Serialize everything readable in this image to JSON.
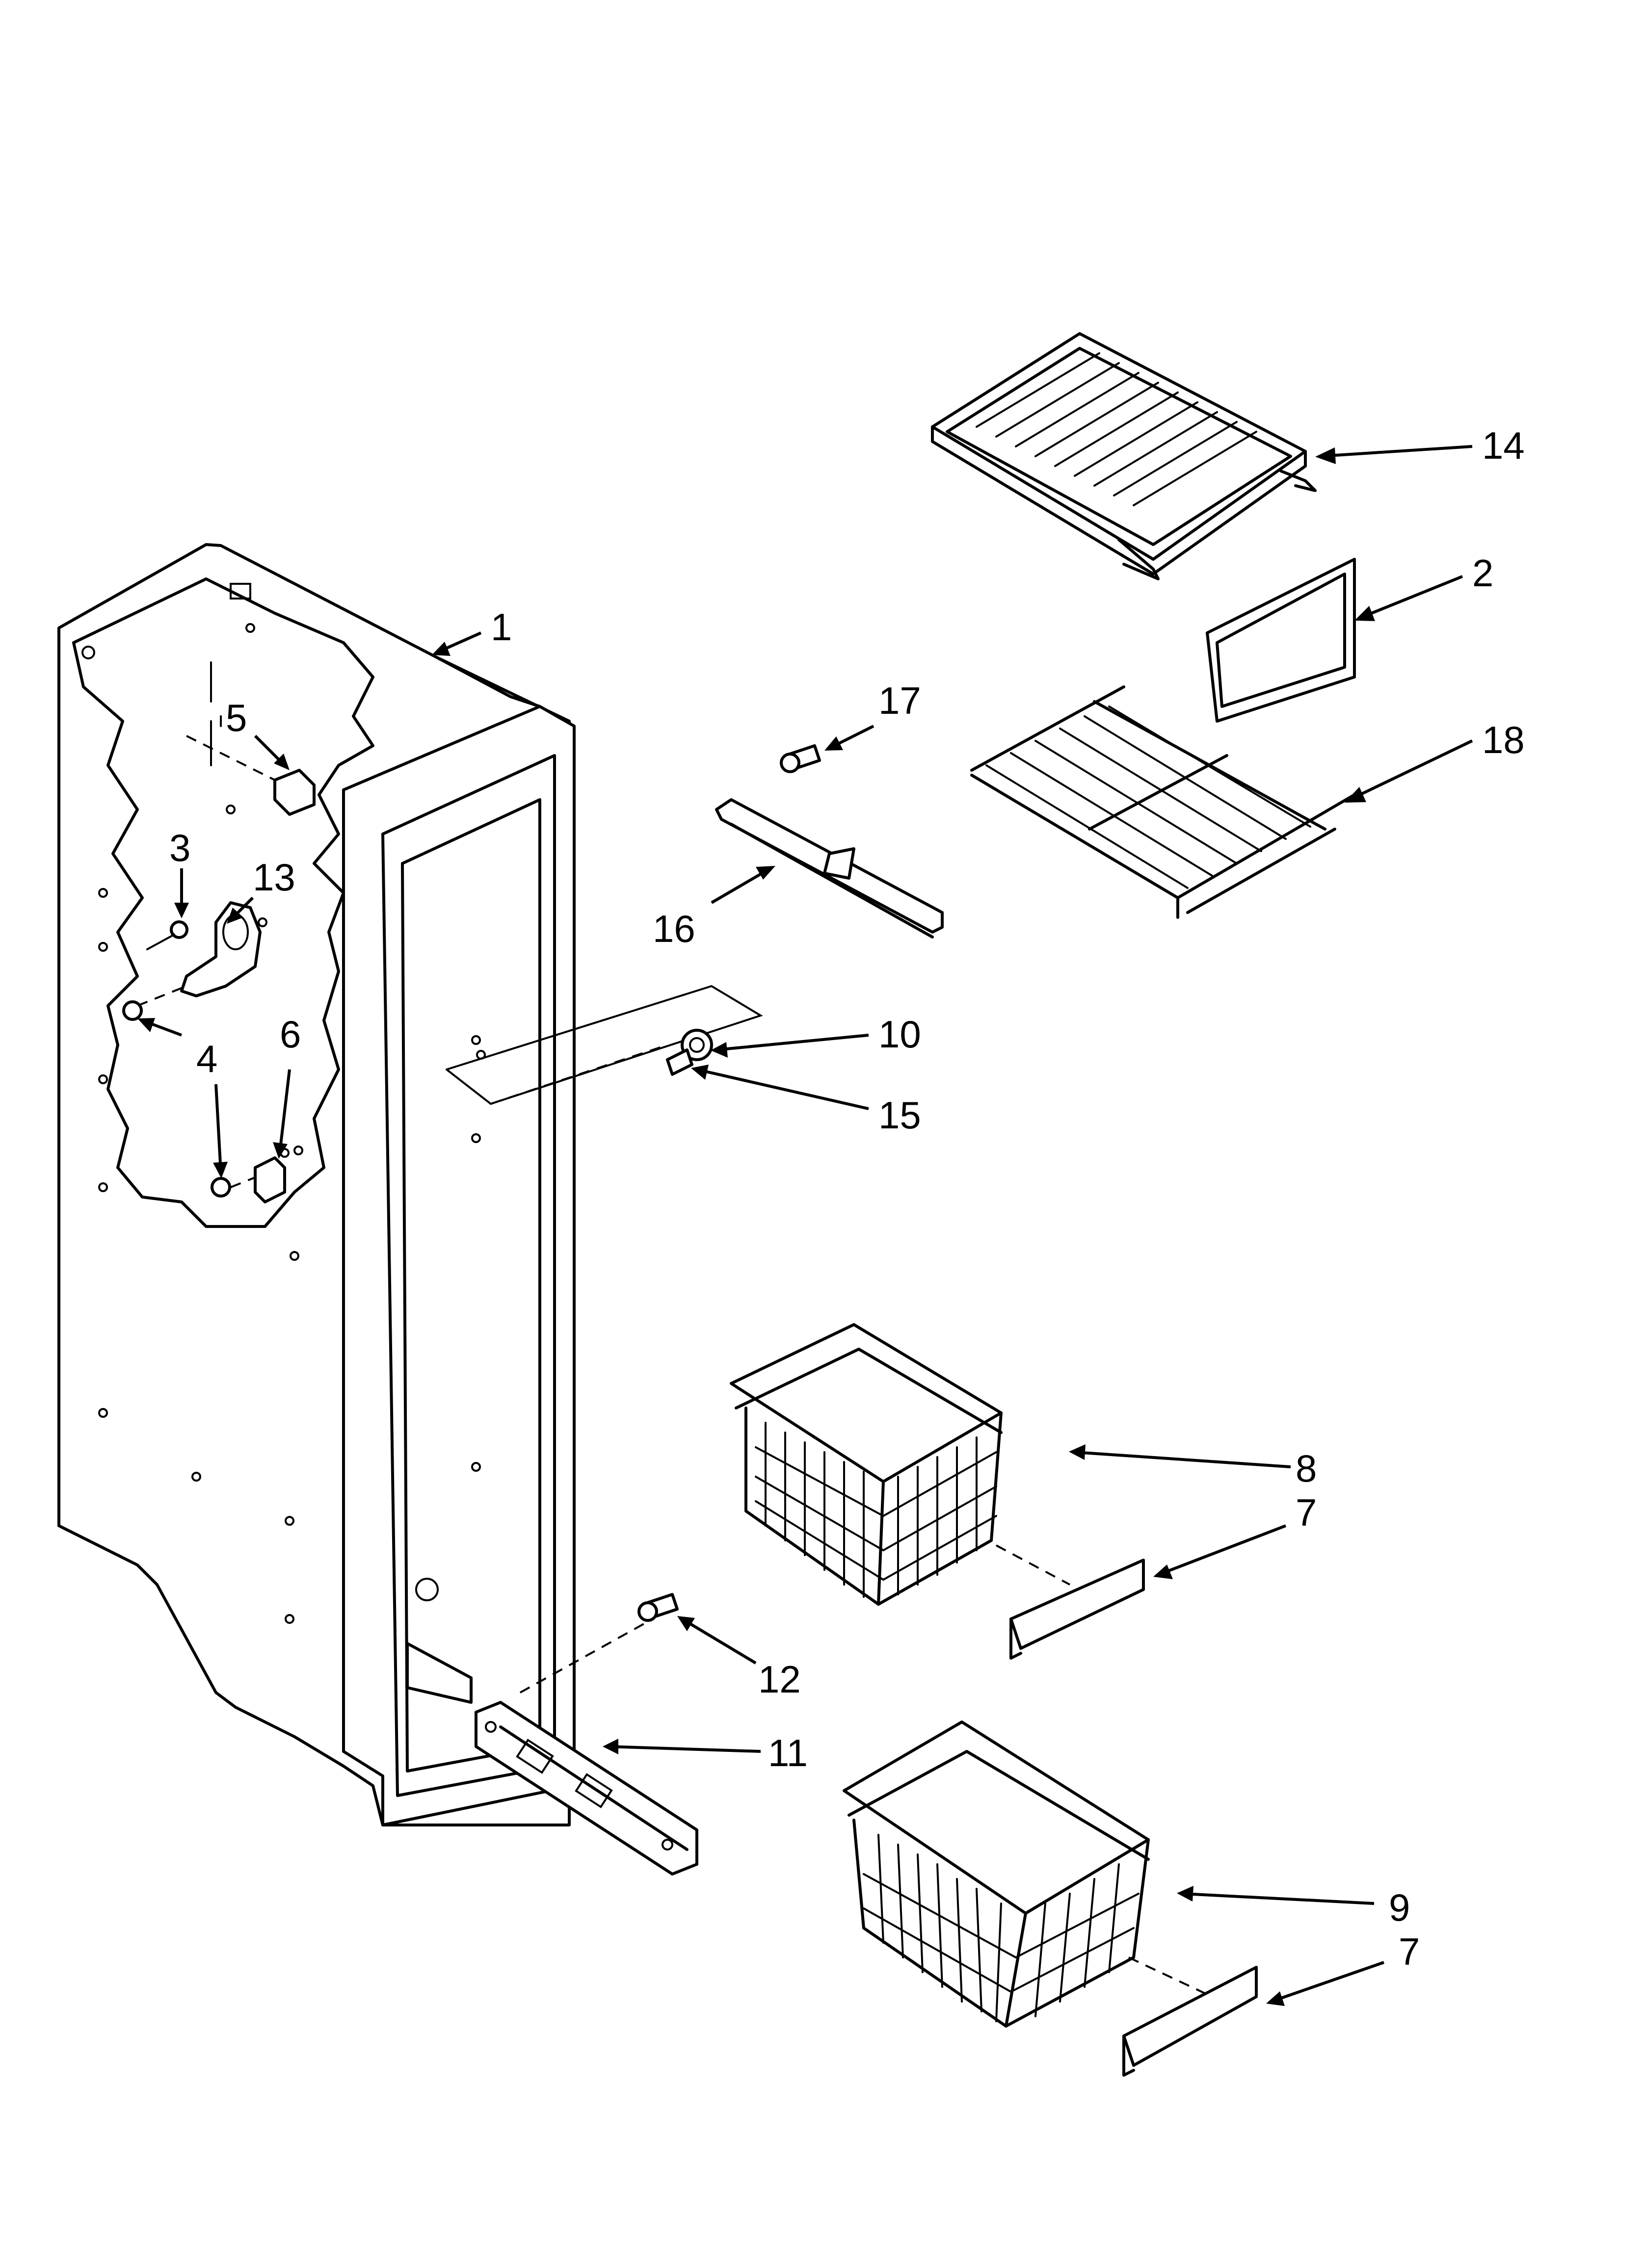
{
  "callouts": [
    {
      "id": "c1",
      "label": "1"
    },
    {
      "id": "c2",
      "label": "2"
    },
    {
      "id": "c3",
      "label": "3"
    },
    {
      "id": "c4",
      "label": "4"
    },
    {
      "id": "c5",
      "label": "5"
    },
    {
      "id": "c6",
      "label": "6"
    },
    {
      "id": "c7a",
      "label": "7"
    },
    {
      "id": "c7b",
      "label": "7"
    },
    {
      "id": "c8",
      "label": "8"
    },
    {
      "id": "c9",
      "label": "9"
    },
    {
      "id": "c10",
      "label": "10"
    },
    {
      "id": "c11",
      "label": "11"
    },
    {
      "id": "c12",
      "label": "12"
    },
    {
      "id": "c13",
      "label": "13"
    },
    {
      "id": "c14",
      "label": "14"
    },
    {
      "id": "c15",
      "label": "15"
    },
    {
      "id": "c16",
      "label": "16"
    },
    {
      "id": "c17",
      "label": "17"
    },
    {
      "id": "c18",
      "label": "18"
    }
  ]
}
